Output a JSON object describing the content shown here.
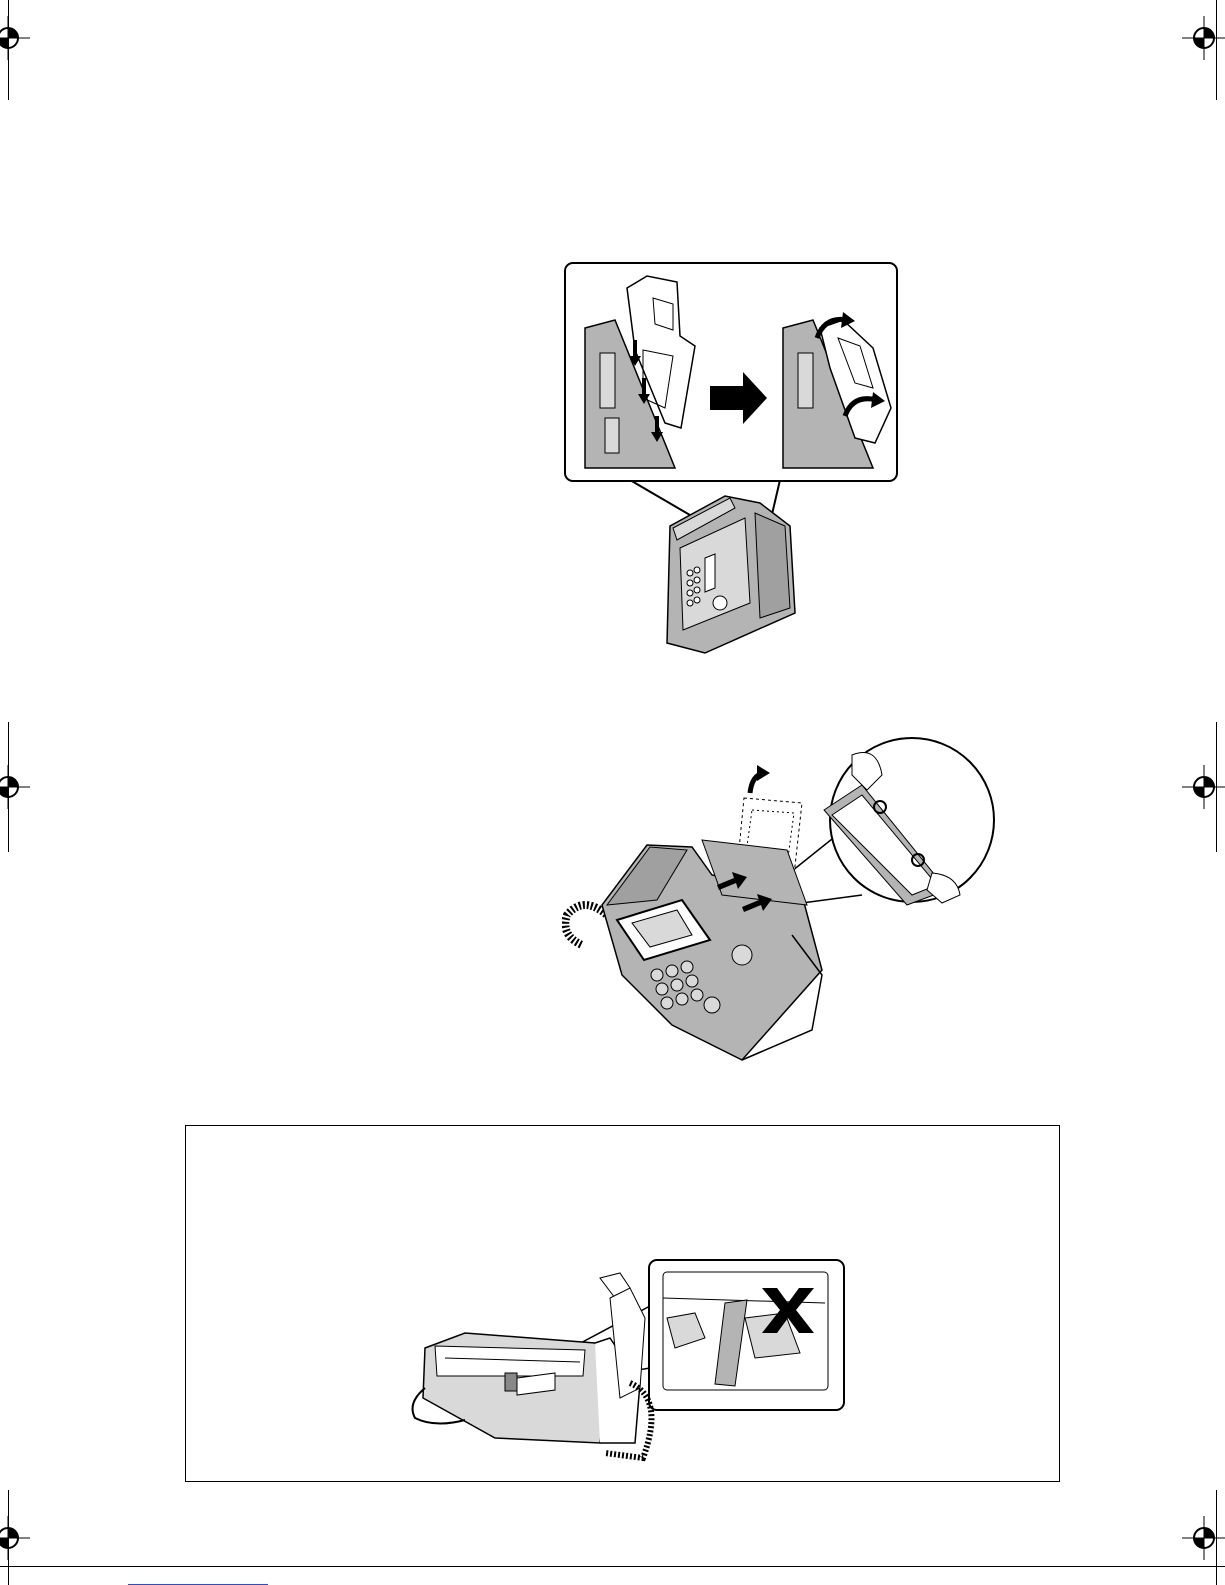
{
  "page": {
    "illustrations": [
      {
        "id": "attach-paper-tray",
        "icon": "fax-paper-tray-attach-illustration"
      },
      {
        "id": "load-paper",
        "icon": "fax-load-paper-illustration"
      },
      {
        "id": "note-lever",
        "icon": "fax-release-lever-warning-illustration"
      }
    ],
    "colors": {
      "ink": "#000000",
      "shade": "#b4b4b4",
      "light": "#d9d9d9",
      "paper": "#ffffff",
      "link": "#2a4bd7"
    },
    "marks": [
      "registration-mark",
      "crop-mark"
    ]
  }
}
